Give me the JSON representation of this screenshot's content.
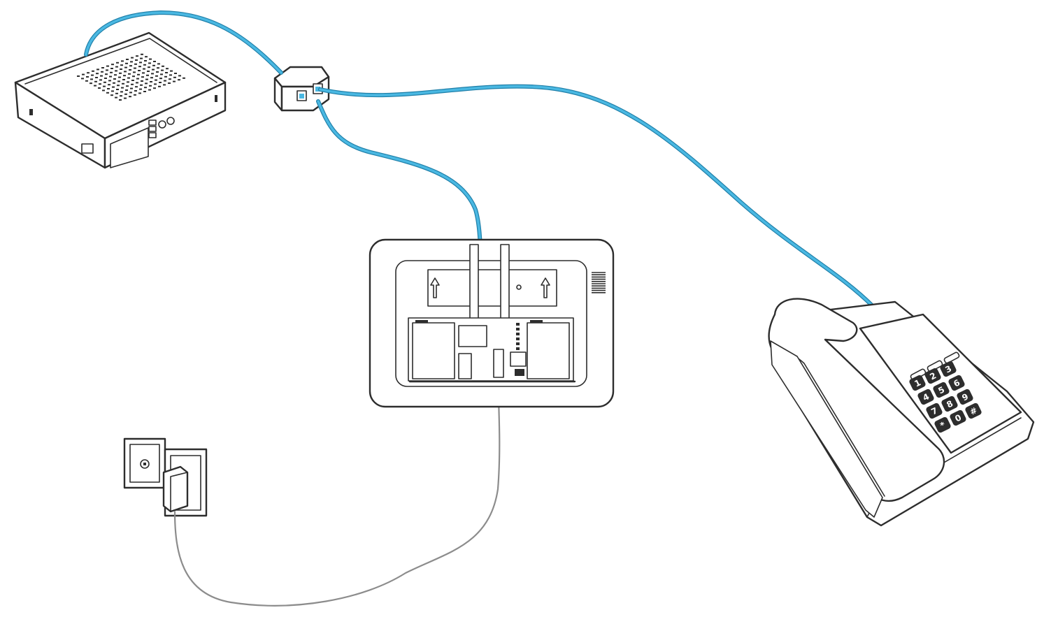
{
  "colors": {
    "cable": "#4ab8e2",
    "cable_edge": "#1f7fa8",
    "outline": "#2d2d2d",
    "power_cable": "#8c8c8c",
    "background": "#ffffff"
  },
  "keypad": {
    "keys": [
      "1",
      "2",
      "3",
      "4",
      "5",
      "6",
      "7",
      "8",
      "9",
      "*",
      "0",
      "#"
    ]
  }
}
